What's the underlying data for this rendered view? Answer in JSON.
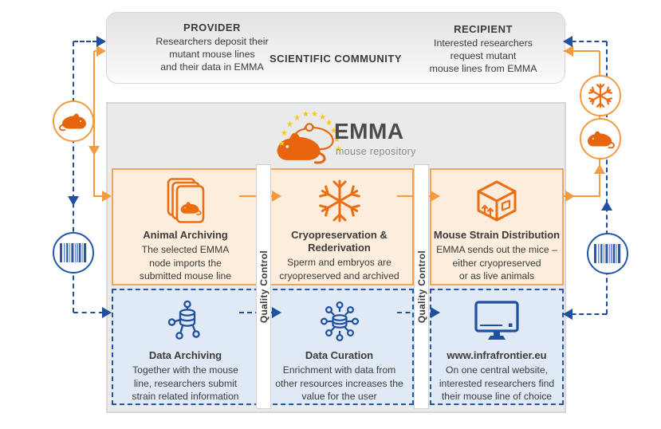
{
  "banner": {
    "provider_title": "PROVIDER",
    "provider_body": "Researchers deposit their\nmutant mouse lines\nand their data in EMMA",
    "community_title": "SCIENTIFIC COMMUNITY",
    "recipient_title": "RECIPIENT",
    "recipient_body": "Interested researchers\nrequest mutant\nmouse lines from EMMA"
  },
  "logo": {
    "title": "EMMA",
    "subtitle": "mouse repository"
  },
  "quality_control_label": "Quality Control",
  "animal_row": [
    {
      "title": "Animal Archiving",
      "body": "The selected EMMA\nnode imports the\nsubmitted mouse line",
      "icon": "card-index-mouse-icon"
    },
    {
      "title": "Cryopreservation &\nRederivation",
      "body": "Sperm and embryos are\ncryopreserved and archived",
      "icon": "snowflake-icon"
    },
    {
      "title": "Mouse Strain Distribution",
      "body": "EMMA sends out the mice –\neither cryopreserved\nor as live animals",
      "icon": "package-icon"
    }
  ],
  "data_row": [
    {
      "title": "Data Archiving",
      "body": "Together with the mouse\nline, researchers submit\nstrain related information",
      "icon": "database-network-icon"
    },
    {
      "title": "Data Curation",
      "body": "Enrichment with data from\nother resources increases the\nvalue for the user",
      "icon": "database-hub-icon"
    },
    {
      "title": "www.infrafrontier.eu",
      "body": "On one central website,\ninterested researchers find\ntheir mouse line of choice",
      "icon": "monitor-icon"
    }
  ],
  "loop_icons": {
    "left_mouse": "mouse-icon",
    "left_barcode": "barcode-icon",
    "right_snowflake": "snowflake-icon",
    "right_mouse": "mouse-icon",
    "right_barcode": "barcode-icon"
  },
  "colors": {
    "orange_line": "#F49B3F",
    "orange_icon": "#ED6E12",
    "orange_fill": "#FCEDDC",
    "blue": "#1F4FA0",
    "blue_fill": "#DFEAF6",
    "star_yellow": "#F9C513",
    "container_gray": "#EAEAEA"
  }
}
